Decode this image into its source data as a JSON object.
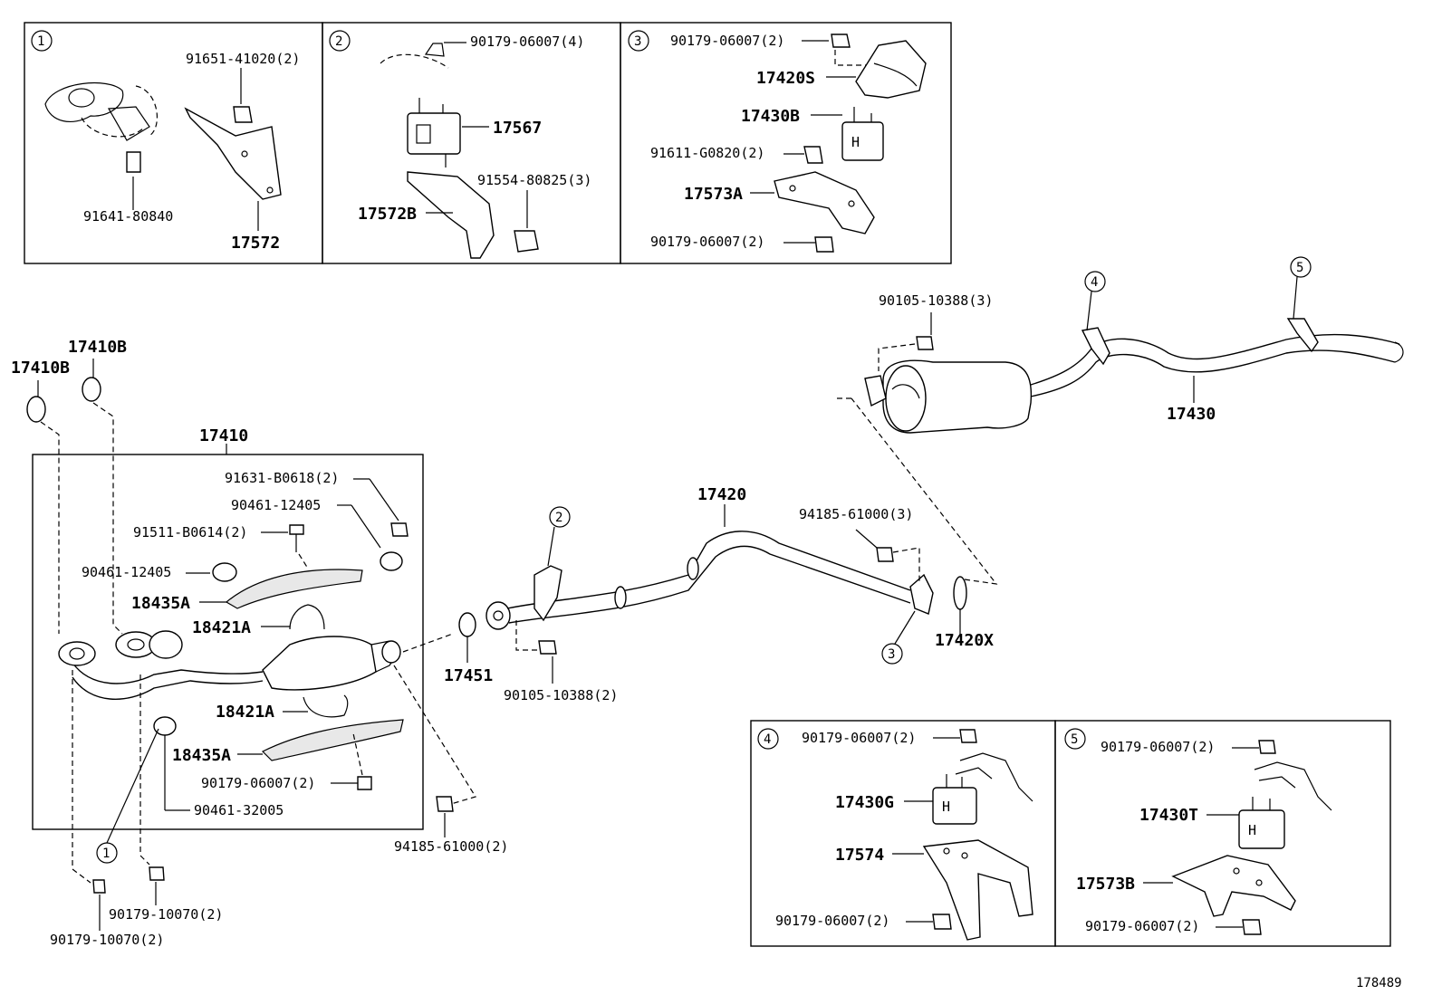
{
  "diagram_id": "178489",
  "callouts": [
    "1",
    "2",
    "3",
    "4",
    "5"
  ],
  "inset1": {
    "number": "1",
    "parts": [
      "91651-41020(2)",
      "91641-80840",
      "17572"
    ]
  },
  "inset2": {
    "number": "2",
    "parts": [
      "90179-06007(4)",
      "17567",
      "91554-80825(3)",
      "17572B"
    ]
  },
  "inset3": {
    "number": "3",
    "parts": [
      "90179-06007(2)",
      "17420S",
      "17430B",
      "91611-G0820(2)",
      "17573A",
      "90179-06007(2)"
    ]
  },
  "inset4": {
    "number": "4",
    "parts": [
      "90179-06007(2)",
      "17430G",
      "17574",
      "90179-06007(2)"
    ]
  },
  "inset5": {
    "number": "5",
    "parts": [
      "90179-06007(2)",
      "17430T",
      "17573B",
      "90179-06007(2)"
    ]
  },
  "main": {
    "group_17410": "17410",
    "gaskets": [
      "17410B",
      "17410B"
    ],
    "left_parts": [
      "91631-B0618(2)",
      "90461-12405",
      "91511-B0614(2)",
      "90461-12405",
      "18435A",
      "18421A",
      "18421A",
      "18435A",
      "90179-06007(2)",
      "90461-32005"
    ],
    "bottom_left": [
      "90179-10070(2)",
      "90179-10070(2)",
      "94185-61000(2)"
    ],
    "center_parts": [
      "17451",
      "90105-10388(2)",
      "17420",
      "94185-61000(3)",
      "17420X"
    ],
    "rear_parts": [
      "90105-10388(3)",
      "17430"
    ]
  }
}
